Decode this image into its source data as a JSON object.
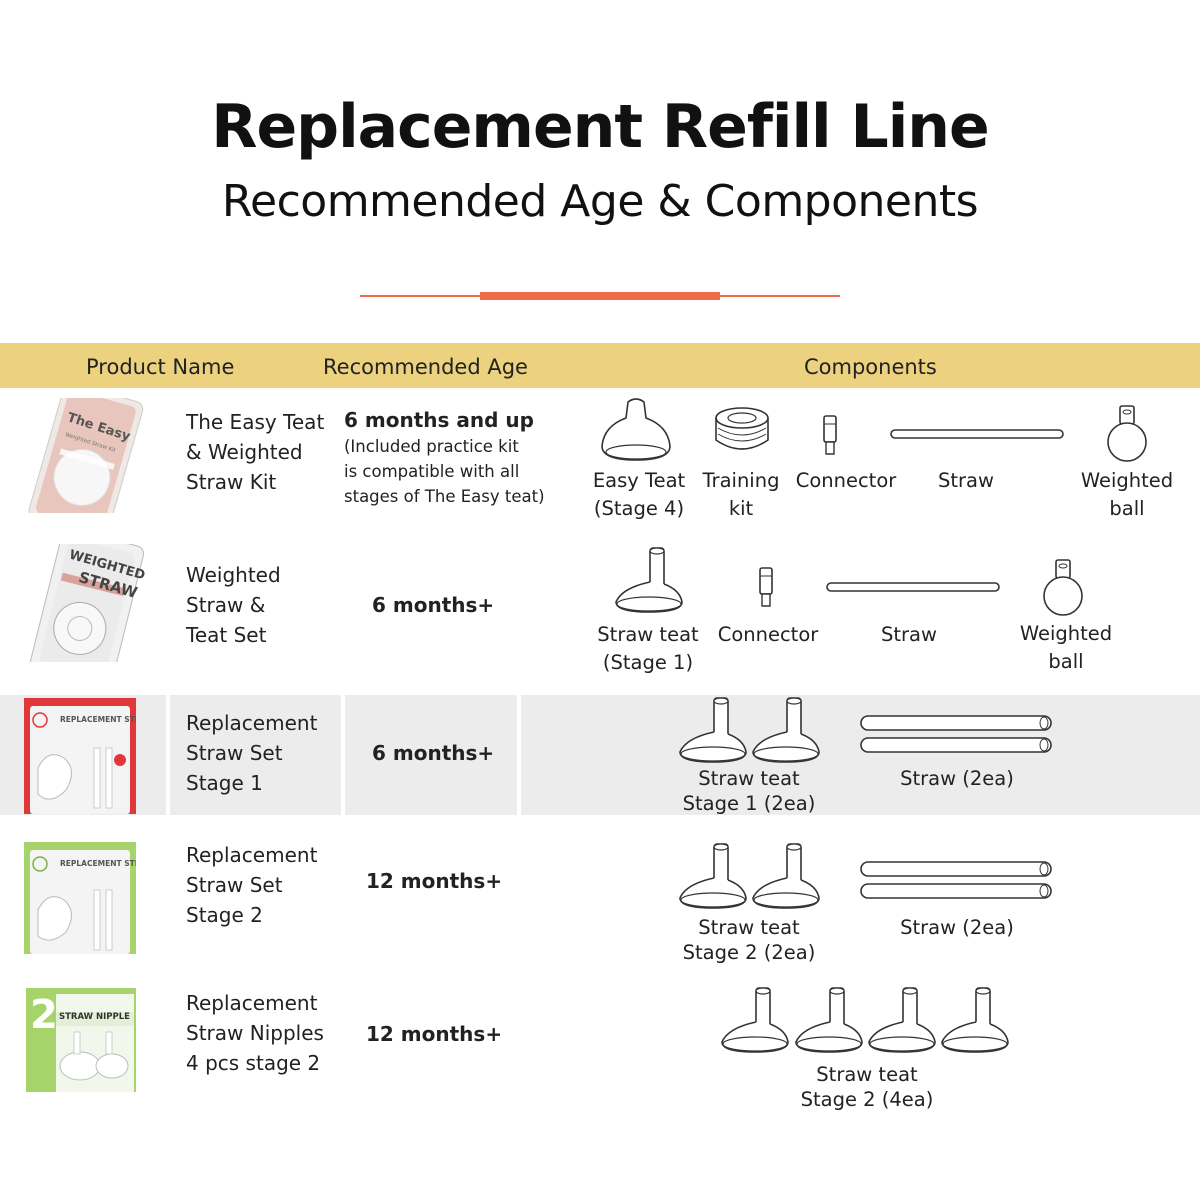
{
  "title": "Replacement Refill Line",
  "subtitle": "Recommended Age & Components",
  "table": {
    "headers": {
      "product_name": "Product Name",
      "recommended_age": "Recommended Age",
      "components": "Components"
    },
    "rows": [
      {
        "name_lines": [
          "The Easy Teat",
          "& Weighted",
          "Straw Kit"
        ],
        "age": "6 months and up",
        "age_note_lines": [
          "(Included practice kit",
          "is compatible with all",
          "stages of The Easy teat)"
        ],
        "package_text": [
          "The Easy",
          "Weighted Straw Kit"
        ],
        "components": [
          {
            "lines": [
              "Easy Teat",
              "(Stage 4)"
            ],
            "icon": "easy-teat-icon"
          },
          {
            "lines": [
              "Training",
              "kit"
            ],
            "icon": "training-kit-icon"
          },
          {
            "lines": [
              "Connector"
            ],
            "icon": "connector-icon"
          },
          {
            "lines": [
              "Straw"
            ],
            "icon": "straw-icon"
          },
          {
            "lines": [
              "Weighted",
              "ball"
            ],
            "icon": "weighted-ball-icon"
          }
        ]
      },
      {
        "name_lines": [
          "Weighted",
          "Straw &",
          "Teat Set"
        ],
        "age": "6 months+",
        "package_text": [
          "WEIGHTED",
          "STRAW"
        ],
        "components": [
          {
            "lines": [
              "Straw teat",
              "(Stage 1)"
            ],
            "icon": "straw-teat-icon"
          },
          {
            "lines": [
              "Connector"
            ],
            "icon": "connector-icon"
          },
          {
            "lines": [
              "Straw"
            ],
            "icon": "straw-icon"
          },
          {
            "lines": [
              "Weighted",
              "ball"
            ],
            "icon": "weighted-ball-icon"
          }
        ]
      },
      {
        "name_lines": [
          "Replacement",
          "Straw Set",
          "Stage 1"
        ],
        "age": "6 months+",
        "package_text": [
          "REPLACEMENT STRAW"
        ],
        "components": [
          {
            "lines": [
              "Straw teat",
              "Stage 1 (2ea)"
            ],
            "icon": "straw-teat-icon"
          },
          {
            "lines": [
              "Straw (2ea)"
            ],
            "icon": "straw-icon"
          }
        ]
      },
      {
        "name_lines": [
          "Replacement",
          "Straw Set",
          "Stage 2"
        ],
        "age": "12 months+",
        "package_text": [
          "REPLACEMENT STRAW"
        ],
        "components": [
          {
            "lines": [
              "Straw teat",
              "Stage 2 (2ea)"
            ],
            "icon": "straw-teat-icon"
          },
          {
            "lines": [
              "Straw (2ea)"
            ],
            "icon": "straw-icon"
          }
        ]
      },
      {
        "name_lines": [
          "Replacement",
          "Straw Nipples",
          "4 pcs stage 2"
        ],
        "age": "12 months+",
        "package_text": [
          "2",
          "STRAW NIPPLE"
        ],
        "components": [
          {
            "lines": [
              "Straw teat",
              "Stage 2 (4ea)"
            ],
            "icon": "straw-teat-icon"
          }
        ]
      }
    ]
  },
  "colors": {
    "accent_line": "#ee6c48",
    "header_bar": "#ecd17f",
    "row_highlight": "#ececec",
    "package_pink": "#e8c8bf",
    "package_red": "#e0383a",
    "package_green": "#a6d46a"
  }
}
